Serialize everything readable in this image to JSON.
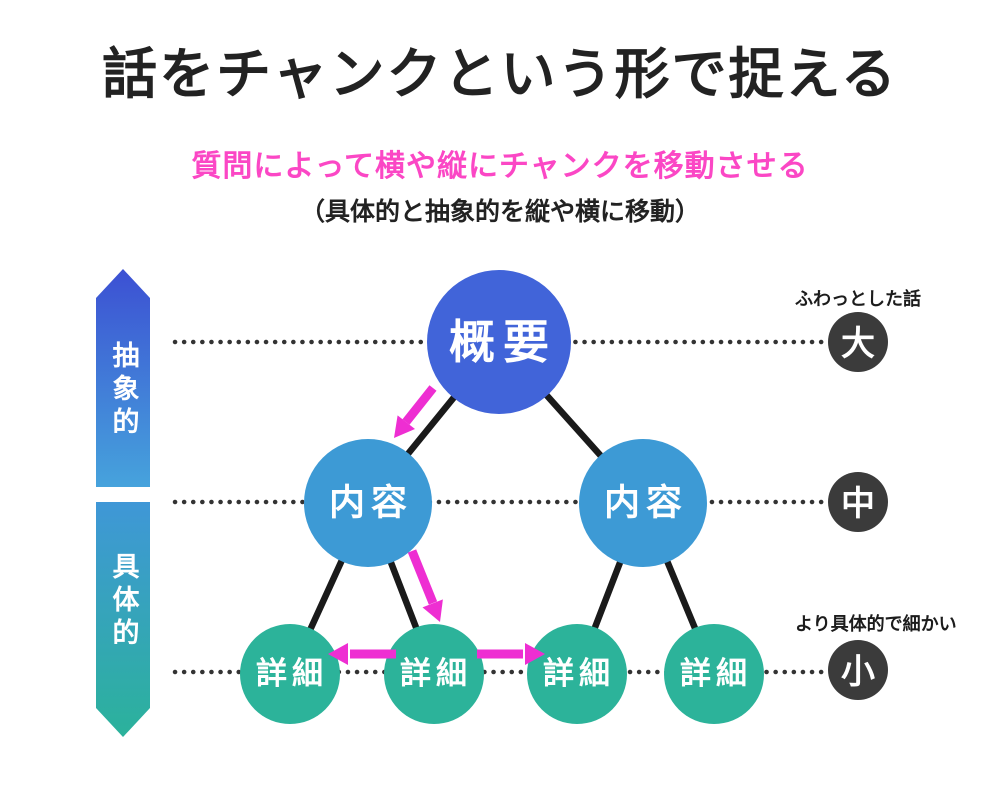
{
  "header": {
    "title": "話をチャンクという形で捉える",
    "subtitle": "質問によって横や縦にチャンクを移動させる",
    "note": "（具体的と抽象的を縦や横に移動）"
  },
  "axis": {
    "abstract_label": "抽象的",
    "concrete_label": "具体的"
  },
  "tree": {
    "root_label": "概要",
    "content_labels": [
      "内容",
      "内容"
    ],
    "detail_labels": [
      "詳細",
      "詳細",
      "詳細",
      "詳細"
    ]
  },
  "scale": {
    "large": {
      "note": "ふわっとした話",
      "badge": "大"
    },
    "medium": {
      "badge": "中"
    },
    "small": {
      "note": "より具体的で細かい",
      "badge": "小"
    }
  },
  "colors": {
    "title_text": "#222222",
    "subtitle_pink": "#fb47c5",
    "root_blue": "#4164d9",
    "content_blue": "#3d9ad5",
    "detail_teal": "#2cb39a",
    "badge_dark": "#3b3b3b",
    "arrow_magenta": "#ee2ed2",
    "edge_black": "#1a1a1a",
    "dot_gray": "#333333",
    "banner_top_from": "#3c50d3",
    "banner_top_to": "#46a3dc",
    "banner_bottom_from": "#3f97d7",
    "banner_bottom_to": "#2bb29b"
  }
}
